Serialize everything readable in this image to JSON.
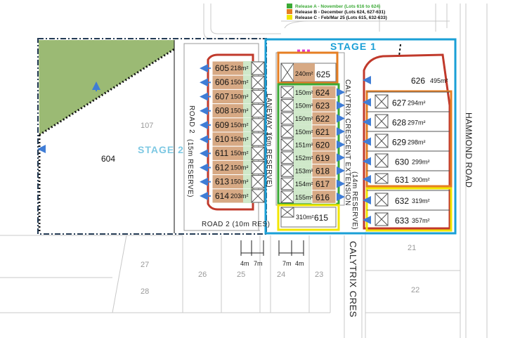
{
  "legend": [
    {
      "color": "#3aa935",
      "label": "Release A - November (Lots 616 to 624)"
    },
    {
      "color": "#e67e22",
      "label": "Release B - December (Lots 624, 627-631)"
    },
    {
      "color": "#f2e600",
      "label": "Release C - Feb/Mar 25 (Lots 615, 632-633)"
    }
  ],
  "stages": {
    "stage1": "STAGE 1",
    "stage2": "STAGE 2"
  },
  "roads": {
    "road2_v": "ROAD 2",
    "road2_v_reserve": "(15m RESERVE)",
    "road2_h": "ROAD 2  (10m RES)",
    "laneway": "LANEWAY 1",
    "laneway_reserve": "(6m RESERVE)",
    "calytrix_ext": "CALYTRIX CRESCENT EXTENSION",
    "calytrix_ext_reserve": "(14m RESERVE)",
    "hammond": "HAMMOND ROAD",
    "calytrix_cres": "CALYTRIX CRES"
  },
  "lots_left": [
    {
      "num": "605",
      "area": "218m²"
    },
    {
      "num": "606",
      "area": "150m²"
    },
    {
      "num": "607",
      "area": "150m²"
    },
    {
      "num": "608",
      "area": "150m²"
    },
    {
      "num": "609",
      "area": "150m²"
    },
    {
      "num": "610",
      "area": "150m²"
    },
    {
      "num": "611",
      "area": "150m²"
    },
    {
      "num": "612",
      "area": "150m²"
    },
    {
      "num": "613",
      "area": "150m²"
    },
    {
      "num": "614",
      "area": "203m²"
    }
  ],
  "lots_mid": [
    {
      "num": "624",
      "area": "150m²"
    },
    {
      "num": "623",
      "area": "150m²"
    },
    {
      "num": "622",
      "area": "150m²"
    },
    {
      "num": "621",
      "area": "150m²"
    },
    {
      "num": "620",
      "area": "151m²"
    },
    {
      "num": "619",
      "area": "152m²"
    },
    {
      "num": "618",
      "area": "153m²"
    },
    {
      "num": "617",
      "area": "154m²"
    },
    {
      "num": "616",
      "area": "155m²"
    }
  ],
  "lot_625": {
    "num": "625",
    "area": "240m²"
  },
  "lot_615": {
    "num": "615",
    "area": "310m²"
  },
  "lots_right": [
    {
      "num": "626",
      "area": "495m²"
    },
    {
      "num": "627",
      "area": "294m²"
    },
    {
      "num": "628",
      "area": "297m²"
    },
    {
      "num": "629",
      "area": "298m²"
    },
    {
      "num": "630",
      "area": "299m²"
    },
    {
      "num": "631",
      "area": "300m²"
    },
    {
      "num": "632",
      "area": "319m²"
    },
    {
      "num": "633",
      "area": "357m²"
    }
  ],
  "lot_604": "604",
  "background_lots": {
    "l107": "107",
    "l27": "27",
    "l28": "28",
    "l26": "26",
    "l25": "25",
    "l24": "24",
    "l23": "23",
    "l21": "21",
    "l22": "22"
  },
  "dimensions": {
    "d1": "4m",
    "d2": "7m",
    "d3": "7m",
    "d4": "4m"
  },
  "colors": {
    "stage_blue": "#1a9fd6",
    "stage2_text": "#7ec8e3",
    "release_a": "#3aa935",
    "release_b": "#e67e22",
    "release_c": "#f2e600",
    "site_outline": "#c0392b",
    "lot_fill": "#d7a984",
    "green_area": "#9bba74",
    "arrow_blue": "#3f7dd6"
  }
}
